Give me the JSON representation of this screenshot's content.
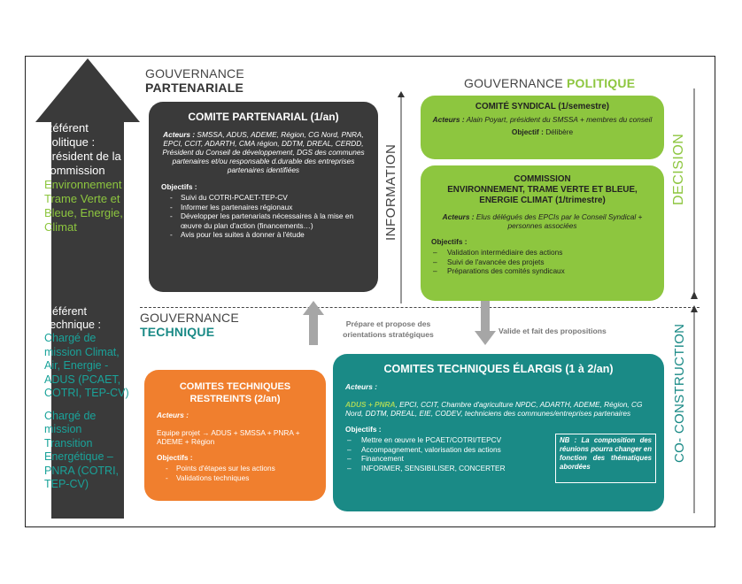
{
  "colors": {
    "dark": "#3a3a3a",
    "green": "#8dc63f",
    "orange": "#f07f2e",
    "teal": "#1a8a86",
    "teal_text": "#1aa39a",
    "grey_arrow": "#a6a6a6"
  },
  "left_panel": {
    "referent_politique": {
      "title": "Référent Politique : Président de la commission",
      "highlight": "Environnement Trame Verte et Bleue, Energie, Climat"
    },
    "referent_technique": {
      "title": "Référent Technique :",
      "highlight_1": "Chargé de mission Climat, Air, Energie - ADUS (PCAET, COTRI, TEP-CV)",
      "highlight_2": "Chargé de mission Transition Energétique – PNRA (COTRI, TEP-CV)"
    }
  },
  "headings": {
    "gov_part_1": "GOUVERNANCE",
    "gov_part_2": "PARTENARIALE",
    "gov_pol_1": "GOUVERNANCE",
    "gov_pol_2": "POLITIQUE",
    "gov_tech_1": "GOUVERNANCE",
    "gov_tech_2": "TECHNIQUE"
  },
  "vertical_labels": {
    "information": "INFORMATION",
    "decision": "DECISION",
    "coconstruction": "CO- CONSTRUCTION"
  },
  "comite_partenarial": {
    "title": "COMITE PARTENARIAL (1/an)",
    "acteurs_label": "Acteurs :",
    "acteurs": "SMSSA, ADUS, ADEME, Région, CG Nord, PNRA, EPCI, CCIT, ADARTH, CMA région, DDTM, DREAL, CERDD, Président du Conseil de développement, DGS des communes partenaires et/ou responsable d.durable des entreprises partenaires identifiées",
    "objectifs_label": "Objectifs :",
    "objectifs": [
      "Suivi du COTRI-PCAET-TEP-CV",
      "Informer les partenaires régionaux",
      "Développer les partenariats nécessaires à la mise en œuvre du plan d'action (financements…)",
      "Avis pour les suites à donner à l'étude"
    ]
  },
  "comite_syndical": {
    "title": "COMITÉ SYNDICAL (1/semestre)",
    "acteurs_label": "Acteurs :",
    "acteurs": "Alain Poyart, président du SMSSA + membres du conseil",
    "objectif_label": "Objectif :",
    "objectif": "Délibère"
  },
  "commission": {
    "title_1": "COMMISSION",
    "title_2": "ENVIRONNEMENT, TRAME VERTE ET BLEUE,",
    "title_3": "ENERGIE CLIMAT (1/trimestre)",
    "acteurs_label": "Acteurs :",
    "acteurs": "Elus délégués des EPCIs par le Conseil Syndical + personnes associées",
    "objectifs_label": "Objectifs :",
    "objectifs": [
      "Validation intermédiaire des actions",
      "Suivi de l'avancée des projets",
      "Préparations des comités syndicaux"
    ]
  },
  "middle": {
    "prepare": "Prépare et propose des orientations stratégiques",
    "valide": "Valide et fait des propositions"
  },
  "comites_restreints": {
    "title_1": "COMITES TECHNIQUES",
    "title_2": "RESTREINTS (2/an)",
    "acteurs_label": "Acteurs :",
    "acteurs": "Equipe projet → ADUS + SMSSA + PNRA + ADEME + Région",
    "objectifs_label": "Objectifs :",
    "objectifs": [
      "Points d'étapes sur les actions",
      "Validations techniques"
    ]
  },
  "comites_elargis": {
    "title": "COMITES TECHNIQUES ÉLARGIS (1 à 2/an)",
    "acteurs_label": "Acteurs :",
    "acteurs_highlight": "ADUS + PNRA",
    "acteurs": ", EPCI, CCIT, Chambre d'agriculture NPDC, ADARTH, ADEME, Région, CG Nord, DDTM, DREAL, EIE, CODEV, techniciens des communes/entreprises partenaires",
    "objectifs_label": "Objectifs :",
    "objectifs": [
      "Mettre en œuvre le PCAET/COTRI/TEPCV",
      "Accompagnement, valorisation des actions",
      "Financement",
      "INFORMER, SENSIBILISER, CONCERTER"
    ],
    "nb": "NB : La composition des réunions pourra changer en fonction des thématiques abordées"
  }
}
